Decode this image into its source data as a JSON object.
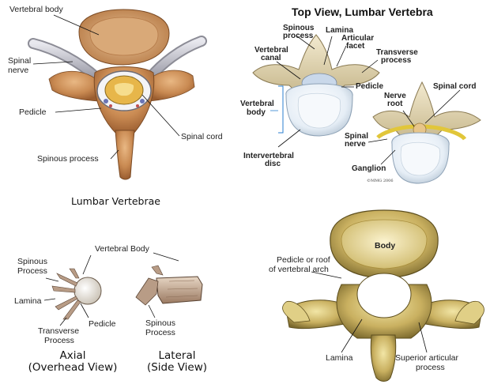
{
  "panel_top_left": {
    "labels": {
      "vertebral_body": "Vertebral body",
      "spinal_nerve_1": "Spinal",
      "spinal_nerve_2": "nerve",
      "pedicle": "Pedicle",
      "spinal_cord": "Spinal cord",
      "spinous_process": "Spinous process"
    },
    "caption": "Lumbar Vertebrae"
  },
  "panel_top_right": {
    "title": "Top View, Lumbar Vertebra",
    "labels": {
      "spinous_process_1": "Spinous",
      "spinous_process_2": "process",
      "lamina": "Lamina",
      "articular_facet_1": "Articular",
      "articular_facet_2": "facet",
      "transverse_process_1": "Transverse",
      "transverse_process_2": "process",
      "vertebral_canal_1": "Vertebral",
      "vertebral_canal_2": "canal",
      "pedicle": "Pedicle",
      "spinal_cord": "Spinal cord",
      "nerve_root_1": "Nerve",
      "nerve_root_2": "root",
      "vertebral_body_1": "Vertebral",
      "vertebral_body_2": "body",
      "spinal_nerve_1": "Spinal",
      "spinal_nerve_2": "nerve",
      "intervertebral_disc_1": "Intervertebral",
      "intervertebral_disc_2": "disc",
      "ganglion": "Ganglion"
    },
    "copyright": "©MMG 2006"
  },
  "panel_bottom_left": {
    "labels": {
      "vertebral_body": "Vertebral Body",
      "spinous_process_1": "Spinous",
      "spinous_process_2": "Process",
      "lamina": "Lamina",
      "pedicle": "Pedicle",
      "transverse_process_1": "Transverse",
      "transverse_process_2": "Process",
      "lateral_spinous_1": "Spinous",
      "lateral_spinous_2": "Process"
    },
    "caption_axial_1": "Axial",
    "caption_axial_2": "(Overhead View)",
    "caption_lateral_1": "Lateral",
    "caption_lateral_2": "(Side View)"
  },
  "panel_bottom_right": {
    "labels": {
      "body": "Body",
      "pedicle_1": "Pedicle or roof",
      "pedicle_2": "of vertebral arch",
      "lamina": "Lamina",
      "superior_1": "Superior articular",
      "superior_2": "process"
    }
  }
}
